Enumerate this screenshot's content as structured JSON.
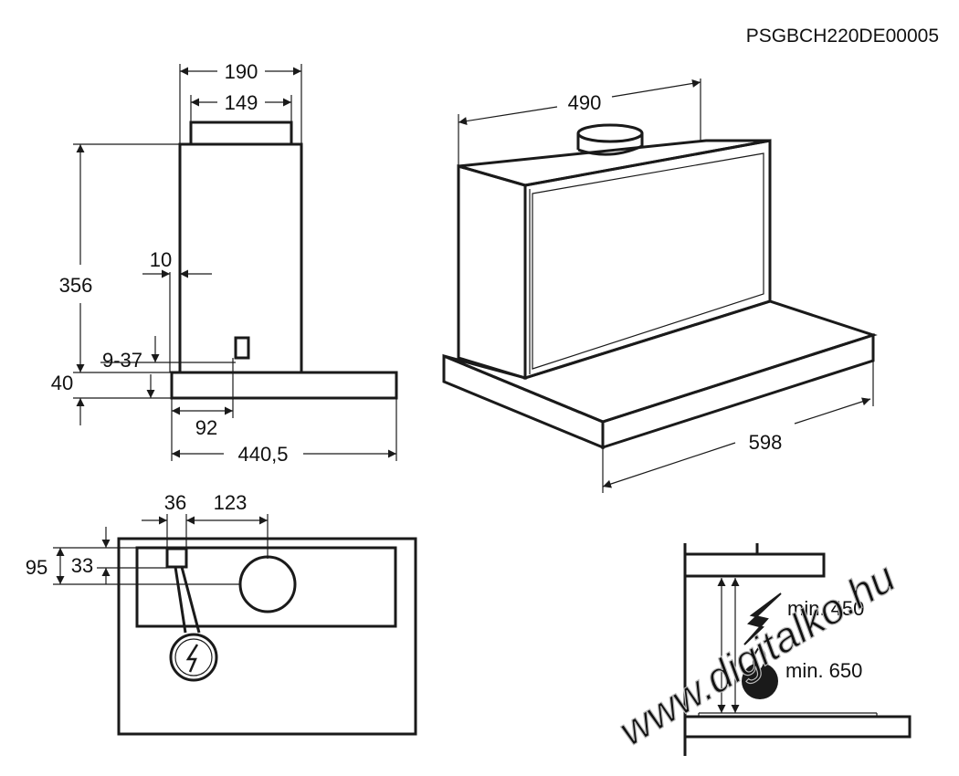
{
  "reference_code": "PSGBCH220DE00005",
  "side_view": {
    "width_top": "190",
    "width_inner": "149",
    "height_chimney": "356",
    "wall_offset": "10",
    "socket_range": "9-37",
    "base_height": "40",
    "socket_distance": "92",
    "total_depth": "440,5"
  },
  "iso_view": {
    "depth": "490",
    "width": "598"
  },
  "top_view": {
    "offset_a": "36",
    "offset_b": "123",
    "depth_a": "95",
    "depth_b": "33"
  },
  "install_view": {
    "min_electric": "min. 450",
    "min_gas": "min. 650"
  },
  "watermark": "www.digitalko.hu"
}
